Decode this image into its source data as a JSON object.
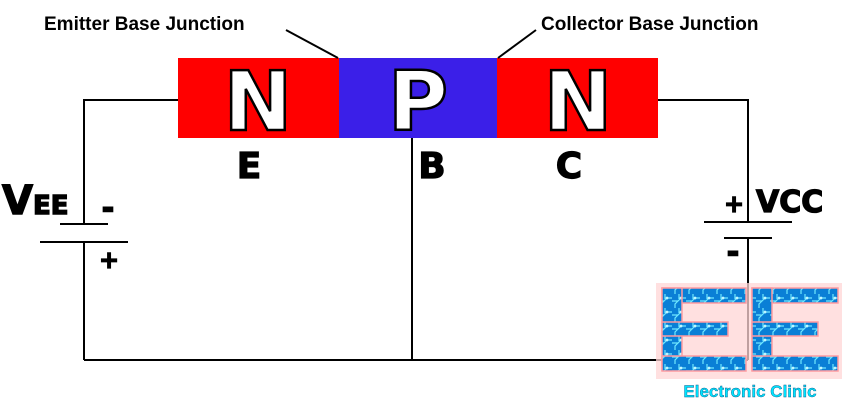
{
  "junctions": {
    "emitter_base": "Emitter Base Junction",
    "collector_base": "Collector Base Junction"
  },
  "regions": [
    {
      "letter": "N",
      "color": "#ff0000"
    },
    {
      "letter": "P",
      "color": "#3b1fe8"
    },
    {
      "letter": "N",
      "color": "#ff0000"
    }
  ],
  "terminals": {
    "emitter": "E",
    "base": "B",
    "collector": "C"
  },
  "sources": {
    "vee": {
      "main": "V",
      "sub": "EE",
      "top_sign": "-",
      "bottom_sign": "+"
    },
    "vcc": {
      "label": "VCC",
      "top_sign": "+",
      "bottom_sign": "-"
    }
  },
  "logo": {
    "text": "Electronic Clinic",
    "color": "#00e5ff"
  }
}
